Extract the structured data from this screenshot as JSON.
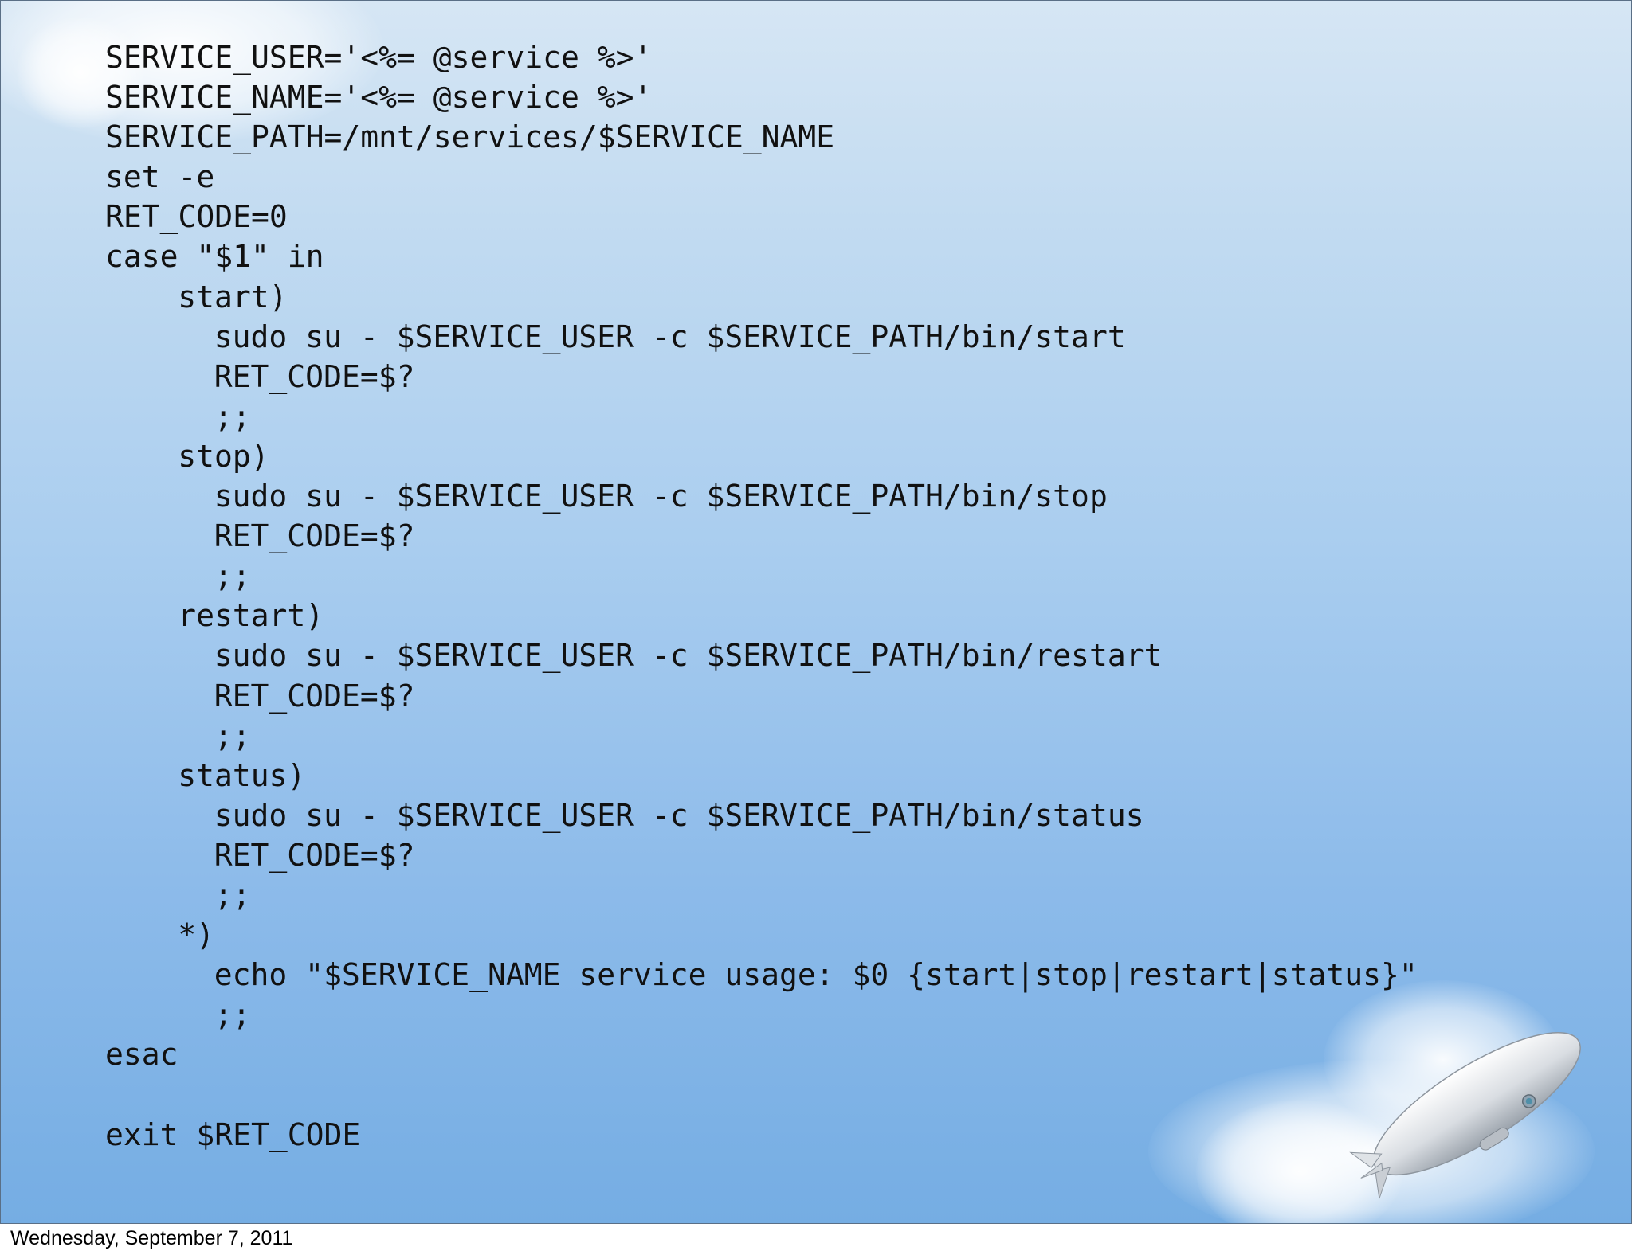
{
  "code_lines": [
    {
      "indent": 0,
      "text": "SERVICE_USER='<%= @service %>'"
    },
    {
      "indent": 0,
      "text": "SERVICE_NAME='<%= @service %>'"
    },
    {
      "indent": 0,
      "text": "SERVICE_PATH=/mnt/services/$SERVICE_NAME"
    },
    {
      "indent": 0,
      "text": "set -e"
    },
    {
      "indent": 0,
      "text": "RET_CODE=0"
    },
    {
      "indent": 0,
      "text": "case \"$1\" in"
    },
    {
      "indent": 4,
      "text": "start)"
    },
    {
      "indent": 6,
      "text": "sudo su - $SERVICE_USER -c $SERVICE_PATH/bin/start"
    },
    {
      "indent": 6,
      "text": "RET_CODE=$?"
    },
    {
      "indent": 6,
      "text": ";;"
    },
    {
      "indent": 4,
      "text": "stop)"
    },
    {
      "indent": 6,
      "text": "sudo su - $SERVICE_USER -c $SERVICE_PATH/bin/stop"
    },
    {
      "indent": 6,
      "text": "RET_CODE=$?"
    },
    {
      "indent": 6,
      "text": ";;"
    },
    {
      "indent": 4,
      "text": "restart)"
    },
    {
      "indent": 6,
      "text": "sudo su - $SERVICE_USER -c $SERVICE_PATH/bin/restart"
    },
    {
      "indent": 6,
      "text": "RET_CODE=$?"
    },
    {
      "indent": 6,
      "text": ";;"
    },
    {
      "indent": 4,
      "text": "status)"
    },
    {
      "indent": 6,
      "text": "sudo su - $SERVICE_USER -c $SERVICE_PATH/bin/status"
    },
    {
      "indent": 6,
      "text": "RET_CODE=$?"
    },
    {
      "indent": 6,
      "text": ";;"
    },
    {
      "indent": 4,
      "text": "*)"
    },
    {
      "indent": 6,
      "text": "echo \"$SERVICE_NAME service usage: $0 {start|stop|restart|status}\""
    },
    {
      "indent": 6,
      "text": ";;"
    },
    {
      "indent": 0,
      "text": "esac"
    },
    {
      "indent": 0,
      "text": ""
    },
    {
      "indent": 0,
      "text": "exit $RET_CODE"
    }
  ],
  "footer": {
    "date": "Wednesday, September 7, 2011"
  },
  "decorations": {
    "background": "sky-gradient",
    "illustration": "blimp-icon",
    "sky_top_color": "#d6e6f4",
    "sky_bottom_color": "#75ade3"
  }
}
